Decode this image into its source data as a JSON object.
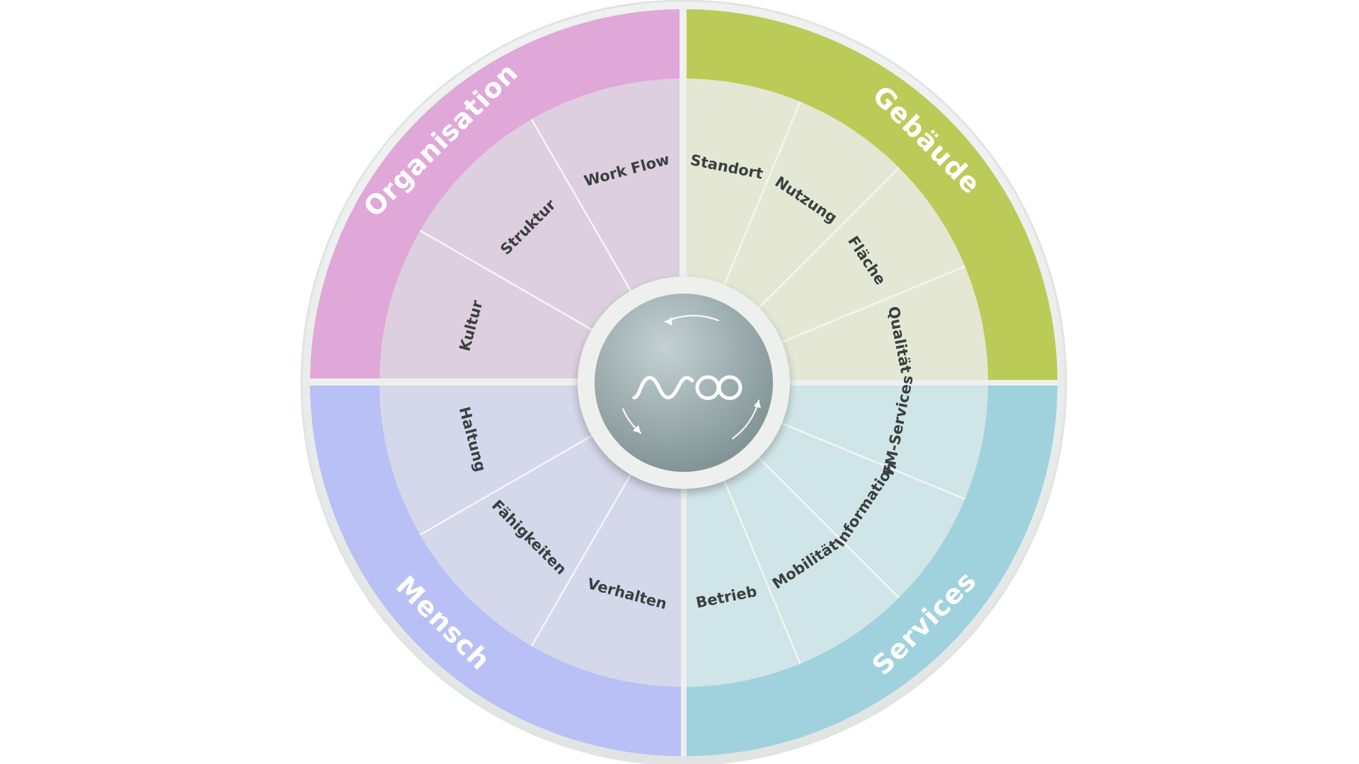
{
  "center": {
    "logo": "nuoo-logo"
  },
  "quadrants": [
    {
      "id": "organisation",
      "title": "Organisation",
      "ring_color": "#dfa8d9",
      "fill_color": "#ddcfdf",
      "items": [
        "Kultur",
        "Struktur",
        "Work Flow"
      ]
    },
    {
      "id": "gebaeude",
      "title": "Gebäude",
      "ring_color": "#bbcb57",
      "fill_color": "#e4e7d4",
      "items": [
        "Standort",
        "Nutzung",
        "Fläche",
        "Qualität"
      ]
    },
    {
      "id": "services",
      "title": "Services",
      "ring_color": "#9fd2dd",
      "fill_color": "#cfe5e8",
      "items": [
        "FM-Services",
        "Information",
        "Mobilität",
        "Betrieb"
      ]
    },
    {
      "id": "mensch",
      "title": "Mensch",
      "ring_color": "#b9c0f5",
      "fill_color": "#d5d8ea",
      "items": [
        "Verhalten",
        "Fähigkeiten",
        "Haltung"
      ]
    }
  ],
  "colors": {
    "outer_disc": "#ecefed",
    "divider": "#eef0ee",
    "sphere_light": "#c3d1d3",
    "sphere_dark": "#7e9092"
  }
}
